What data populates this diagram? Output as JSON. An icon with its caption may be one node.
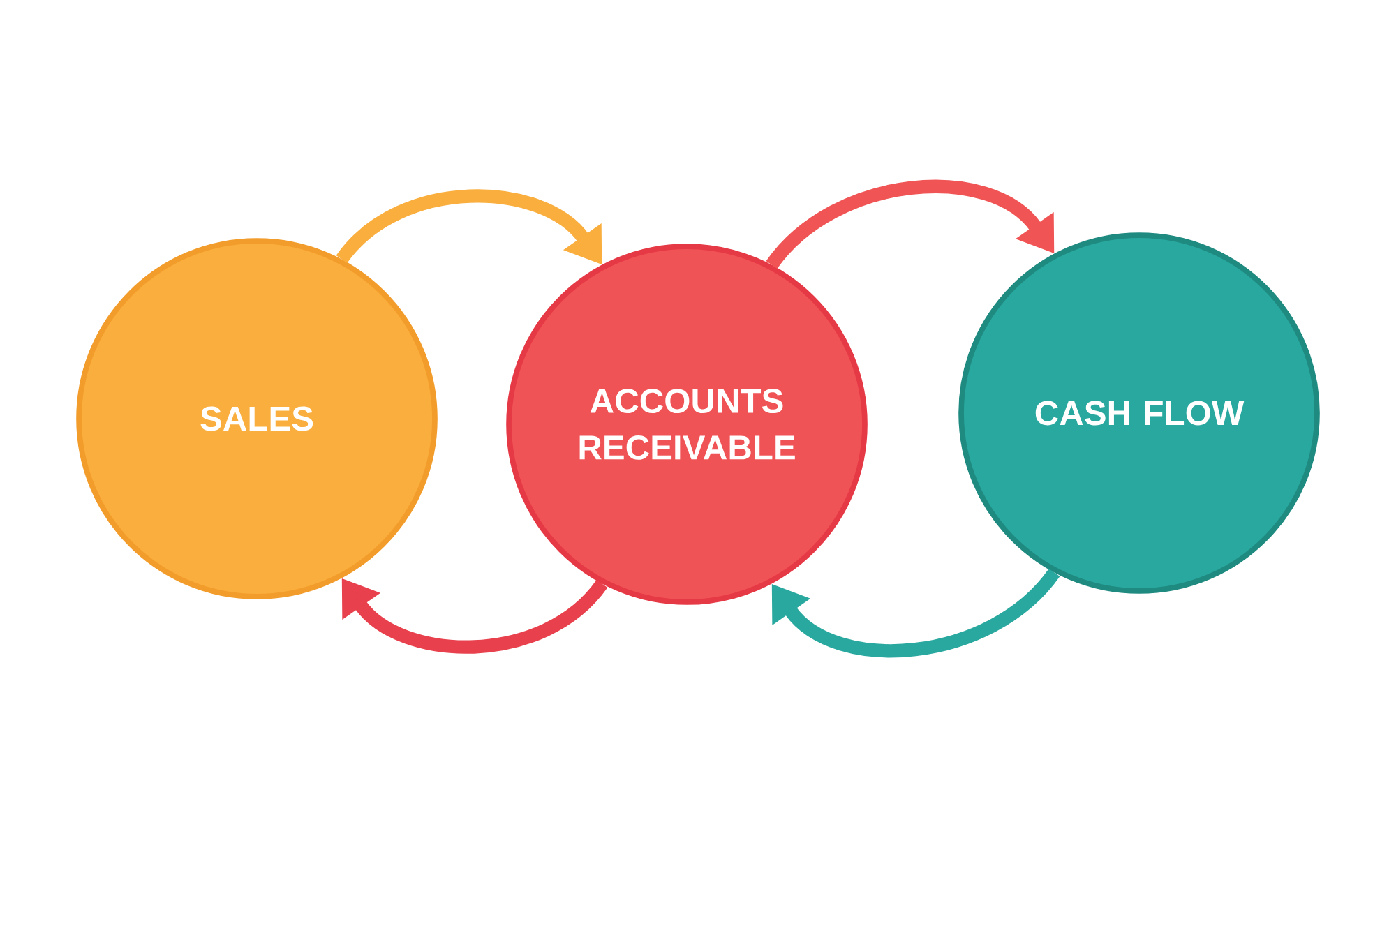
{
  "diagram": {
    "nodes": [
      {
        "text": [
          "SALES"
        ]
      },
      {
        "text": [
          "ACCOUNTS RECEIVABLE"
        ]
      },
      {
        "text": [
          "CASH FLOW"
        ]
      }
    ],
    "edges": [
      {
        "from": 0,
        "to": 1,
        "arrow": "to",
        "color": "#f9ae3d"
      },
      {
        "from": 1,
        "to": 2,
        "arrow": "to",
        "color": "#f05454"
      },
      {
        "from": 1,
        "to": 0,
        "arrow": "to",
        "color": "#e8404c"
      },
      {
        "from": 2,
        "to": 1,
        "arrow": "to",
        "color": "#29a89f"
      }
    ]
  }
}
